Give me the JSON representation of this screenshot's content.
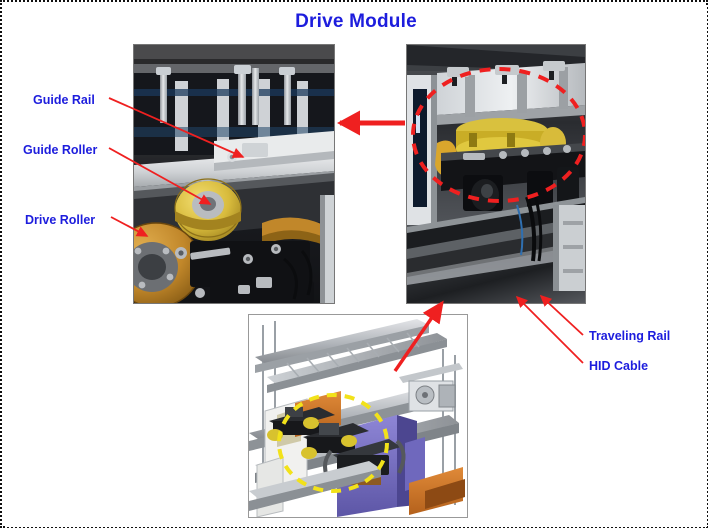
{
  "slide": {
    "title": "Drive Module",
    "title_color": "#1d1ddd",
    "background": "#ffffff",
    "border_style": "dotted"
  },
  "labels": {
    "guide_rail": "Guide Rail",
    "guide_roller": "Guide Roller",
    "drive_roller": "Drive Roller",
    "traveling_rail": "Traveling Rail",
    "hid_cable": "HID Cable",
    "color": "#1d1ddd"
  },
  "annotations": {
    "arrow_color": "#ef2020",
    "highlight_ellipse_right_photo": "red-dashed-ellipse",
    "highlight_ellipse_cad": "yellow-dashed-ellipse",
    "zoom_arrow_direction": "right-photo-to-left-photo",
    "detail_arrow_direction": "cad-to-right-photo"
  },
  "figures": {
    "left_photo": {
      "name": "drive-module-closeup-photo",
      "caption_targets": [
        "Guide Rail",
        "Guide Roller",
        "Drive Roller"
      ]
    },
    "right_photo": {
      "name": "drive-module-installed-photo",
      "caption_targets": [
        "Traveling Rail",
        "HID Cable"
      ]
    },
    "cad_view": {
      "name": "overhead-transport-cad-view"
    }
  },
  "colors": {
    "roller_amber": "#c8922a",
    "roller_yellow": "#e0c03a",
    "rail_grey": "#cfcfcf",
    "cad_purple": "#7a72c8",
    "cad_orange": "#d9772a",
    "cad_steel": "#b9bcc1",
    "dashed_yellow": "#f2e21a"
  }
}
